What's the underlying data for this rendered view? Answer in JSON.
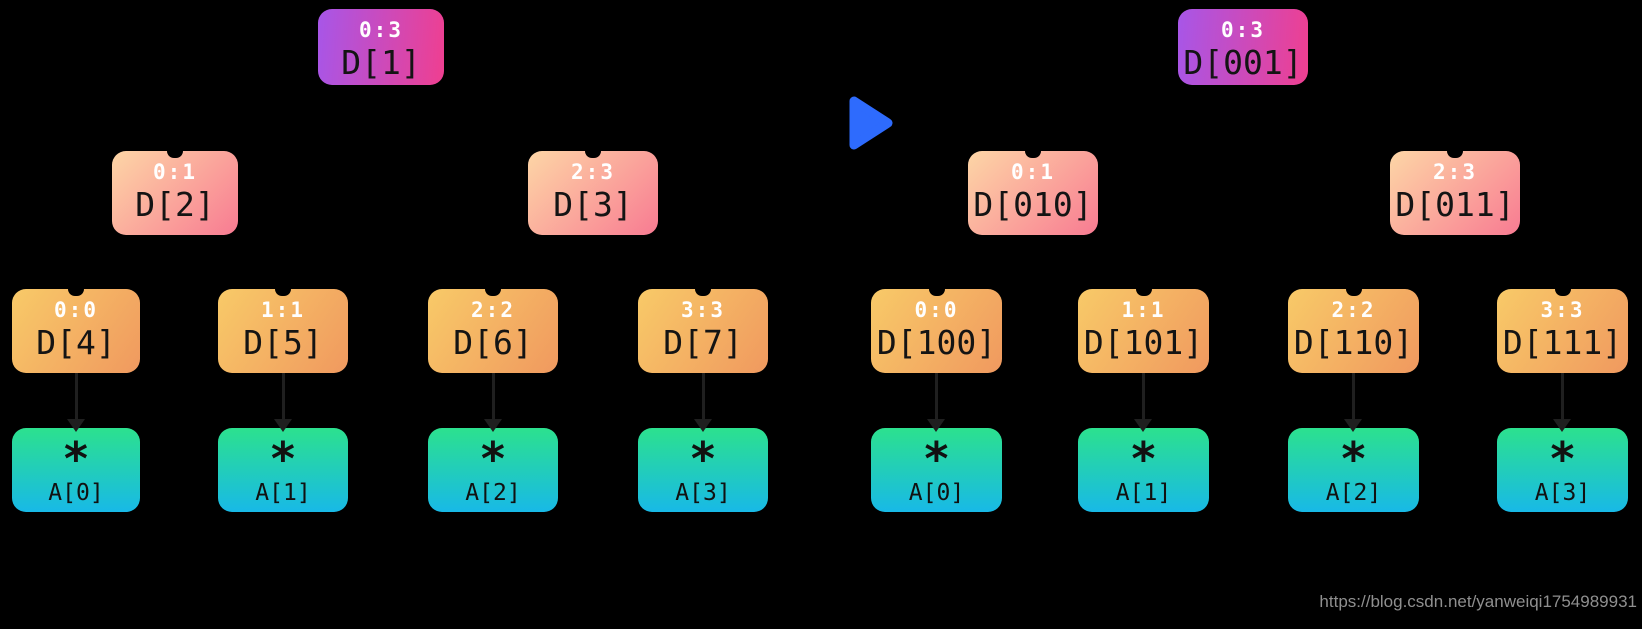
{
  "page": {
    "background": "#000000"
  },
  "colors": {
    "root_gradient": [
      "#a756e8",
      "#ef3f90"
    ],
    "mid_gradient": [
      "#fdd6a6",
      "#f87b92"
    ],
    "leaf_gradient": [
      "#f8ca68",
      "#f0995f"
    ],
    "array_gradient": [
      "#2ce18e",
      "#18b9e7"
    ],
    "arrow_gradient": [
      "#8712cc",
      "#2e6bfd"
    ],
    "edge_color": "#1f1f1f"
  },
  "trees": {
    "left": {
      "root": {
        "range": "0:3",
        "label": "D[1]"
      },
      "mid": [
        {
          "range": "0:1",
          "label": "D[2]"
        },
        {
          "range": "2:3",
          "label": "D[3]"
        }
      ],
      "leaves": [
        {
          "range": "0:0",
          "label": "D[4]"
        },
        {
          "range": "1:1",
          "label": "D[5]"
        },
        {
          "range": "2:2",
          "label": "D[6]"
        },
        {
          "range": "3:3",
          "label": "D[7]"
        }
      ],
      "arrays": [
        {
          "op": "*",
          "label": "A[0]"
        },
        {
          "op": "*",
          "label": "A[1]"
        },
        {
          "op": "*",
          "label": "A[2]"
        },
        {
          "op": "*",
          "label": "A[3]"
        }
      ]
    },
    "right": {
      "root": {
        "range": "0:3",
        "label": "D[001]"
      },
      "mid": [
        {
          "range": "0:1",
          "label": "D[010]"
        },
        {
          "range": "2:3",
          "label": "D[011]"
        }
      ],
      "leaves": [
        {
          "range": "0:0",
          "label": "D[100]"
        },
        {
          "range": "1:1",
          "label": "D[101]"
        },
        {
          "range": "2:2",
          "label": "D[110]"
        },
        {
          "range": "3:3",
          "label": "D[111]"
        }
      ],
      "arrays": [
        {
          "op": "*",
          "label": "A[0]"
        },
        {
          "op": "*",
          "label": "A[1]"
        },
        {
          "op": "*",
          "label": "A[2]"
        },
        {
          "op": "*",
          "label": "A[3]"
        }
      ]
    }
  },
  "watermark": {
    "text": "https://blog.csdn.net/yanweiqi1754989931"
  }
}
